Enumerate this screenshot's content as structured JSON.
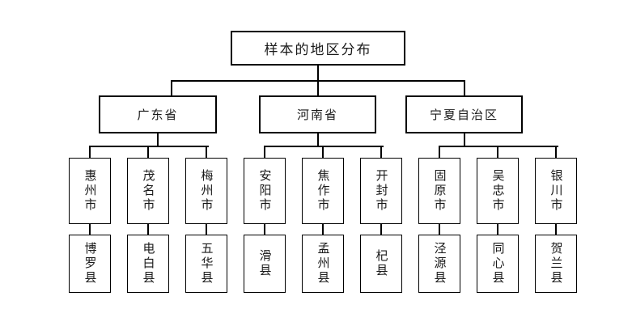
{
  "diagram": {
    "type": "tree",
    "title": "样本的地区分布",
    "levels": 4,
    "root": {
      "label": "样本的地区分布"
    },
    "provinces": [
      {
        "label": "广东省"
      },
      {
        "label": "河南省"
      },
      {
        "label": "宁夏自治区"
      }
    ],
    "cities": [
      {
        "label": "惠州市"
      },
      {
        "label": "茂名市"
      },
      {
        "label": "梅州市"
      },
      {
        "label": "安阳市"
      },
      {
        "label": "焦作市"
      },
      {
        "label": "开封市"
      },
      {
        "label": "固原市"
      },
      {
        "label": "吴忠市"
      },
      {
        "label": "银川市"
      }
    ],
    "counties": [
      {
        "label": "博罗县"
      },
      {
        "label": "电白县"
      },
      {
        "label": "五华县"
      },
      {
        "label": "滑县"
      },
      {
        "label": "孟州县"
      },
      {
        "label": "杞县"
      },
      {
        "label": "泾源县"
      },
      {
        "label": "同心县"
      },
      {
        "label": "贺兰县"
      }
    ],
    "colors": {
      "background": "#ffffff",
      "border": "#000000",
      "text": "#1a1a1a"
    }
  }
}
